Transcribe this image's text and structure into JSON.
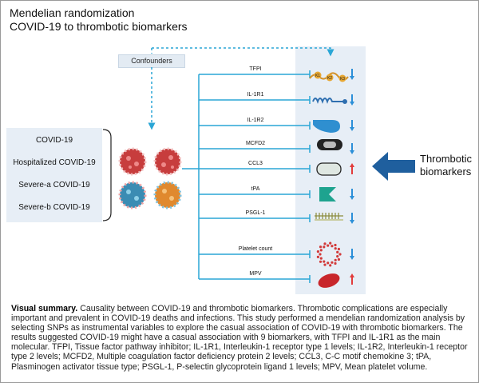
{
  "title": {
    "line1": "Mendelian randomization",
    "line2": "COVID-19 to thrombotic biomarkers"
  },
  "confounders_label": "Confounders",
  "exposures": [
    "COVID-19",
    "Hospitalized COVID-19",
    "Severe-a COVID-19",
    "Severe-b COVID-19"
  ],
  "biomarkers": [
    {
      "label": "TFPI",
      "direction": "down"
    },
    {
      "label": "IL-1R1",
      "direction": "down"
    },
    {
      "label": "IL-1R2",
      "direction": "down"
    },
    {
      "label": "MCFD2",
      "direction": "down"
    },
    {
      "label": "CCL3",
      "direction": "up"
    },
    {
      "label": "tPA",
      "direction": "down"
    },
    {
      "label": "PSGL-1",
      "direction": "down"
    },
    {
      "label": "Platelet count",
      "direction": "down"
    },
    {
      "label": "MPV",
      "direction": "up"
    }
  ],
  "tfpi_domains": [
    "K1",
    "K2",
    "K3"
  ],
  "thrombotic_label": {
    "line1": "Thrombotic",
    "line2": "biomarkers"
  },
  "summary": {
    "heading": "Visual summary.",
    "body": "Causality between COVID-19 and thrombotic biomarkers. Thrombotic complications are especially important and prevalent in COVID-19 deaths and infections. This study performed a mendelian randomization analysis by selecting SNPs as instrumental variables to explore  the casual association of COVID-19 with thrombotic biomarkers. The results suggested COVID-19 might have a casual association with 9 biomarkers, with TFPI and IL-1R1 as the main molecular. TFPI, Tissue factor pathway inhibitor; IL-1R1, Interleukin-1 receptor type 1 levels; IL-1R2, Interleukin-1 receptor type 2 levels; MCFD2, Multiple coagulation factor deficiency protein 2 levels; CCL3, C-C motif chemokine 3; tPA, Plasminogen activator tissue type; PSGL-1, P-selectin glycoprotein ligand 1 levels; MPV, Mean platelet volume."
  },
  "colors": {
    "line": "#2aa6d6",
    "up_arrow": "#e23b3b",
    "down_arrow": "#2b8fd8",
    "panel": "#e7eef6",
    "big_arrow": "#1f5f9e"
  }
}
